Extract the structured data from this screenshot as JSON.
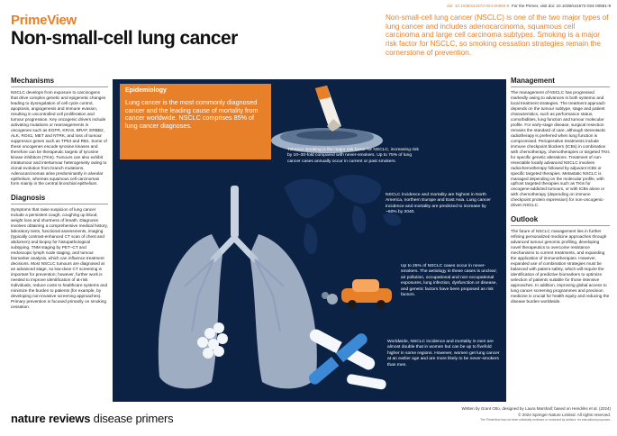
{
  "header": {
    "doi": "doi: 10.1038/s41572-024-00580-8",
    "primer_note": "For the Primer, visit doi: 10.1038/s41572-024-00581-9",
    "brand": "PrimeView",
    "title": "Non-small-cell lung cancer",
    "lead": "Non-small-cell lung cancer (NSCLC) is one of the two major types of lung cancer and includes adenocarcinoma, squamous cell carcinoma and large cell carcinoma subtypes. Smoking is a major risk factor for NSCLC, so smoking cessation strategies remain the cornerstone of prevention."
  },
  "mechanisms": {
    "heading": "Mechanisms",
    "body": "NSCLC develops from exposure to carcinogens that drive complex genetic and epigenetic changes leading to dysregulation of cell cycle control, apoptosis, angiogenesis and immune evasion, resulting in uncontrolled cell proliferation and tumour progression. Key oncogenic drivers include activating mutations or rearrangements in oncogenes such as EGFR, KRAS, BRAF, ERBB2, ALK, ROS1, MET and NTRK, and loss of tumour suppressor genes such as TP53 and RB1. Some of these oncogenes encode tyrosine kinases and therefore can be therapeutic targets of tyrosine kinase inhibitors (TKIs). Tumours can also exhibit intratumour and intertumour heterogeneity owing to clonal evolution from branch mutations. Adenocarcinomas arise predominantly in alveolar epithelium, whereas squamous cell carcinomas form mainly in the central bronchial epithelium."
  },
  "diagnosis": {
    "heading": "Diagnosis",
    "body": "Symptoms that raise suspicion of lung cancer include a persistent cough, coughing up blood, weight loss and shortness of breath. Diagnosis involves obtaining a comprehensive medical history, laboratory tests, functional assessments, imaging (typically contrast-enhanced CT scan of chest and abdomen) and biopsy for histopathological subtyping. TNM staging by PET–CT and endoscopic lymph node staging, and tumour biomarker analysis, which can influence treatment decisions. Most NSCLC tumours are diagnosed at an advanced stage, so low-dose CT screening is important for prevention; however, further work is needed to improve identification of at-risk individuals, reduce costs to healthcare systems and minimize the burden to patients (for example, by developing non-invasive screening approaches). Primary prevention is focused primarily on smoking cessation."
  },
  "epidemiology": {
    "heading": "Epidemiology",
    "lead": "Lung cancer is the most commonly diagnosed cancer and the leading cause of mortality from cancer worldwide. NSCLC comprises 85% of lung cancer diagnoses.",
    "note_smoking": "Tobacco smoking is the major risk factor for NSCLC, increasing risk by 10–30-fold compared with never-smokers. Up to 75% of lung cancer cases annually occur in current or past smokers.",
    "note_incidence": "NSCLC incidence and mortality are highest in North America, northern Europe and East Asia. Lung cancer incidence and mortality are predicted to increase by ~60% by 2040.",
    "note_never_smokers": "Up to 25% of NSCLC cases occur in never-smokers. The aetiology in these cases is unclear; air pollution, occupational and non-occupational exposures, lung infection, dysfunction or disease, and genetic factors have been proposed as risk factors.",
    "note_sex": "Worldwide, NSCLC incidence and mortality in men are almost double that in women but can be up to fivefold higher in some regions. However, women get lung cancer at an earlier age and are more likely to be never-smokers than men."
  },
  "management": {
    "heading": "Management",
    "body": "The management of NSCLC has progressed markedly owing to advances in both systemic and local treatment strategies. The treatment approach depends on the tumour subtype, stage and patient characteristics, such as performance status, comorbidities, lung function and tumour molecular profile. For early-stage disease, surgical resection remains the standard of care, although stereotactic radiotherapy is preferred when lung function is compromised. Perioperative treatments include immune checkpoint blockers (ICBs) in combination with chemotherapy, chemotherapies or targeted TKIs for specific genetic alterations. Treatment of non-resectable locally advanced NSCLC involves radiochemotherapy followed by adjuvant ICBs or specific targeted therapies. Metastatic NSCLC is managed depending on the molecular profile, with upfront targeted therapies such as TKIs for oncogene-addicted tumours, or with ICBs alone or with chemotherapy (depending on immune checkpoint protein expression) for non-oncogenic-driven NSCLC."
  },
  "outlook": {
    "heading": "Outlook",
    "body": "The future of NSCLC management lies in further refining personalized medicine approaches through advanced tumour genomic profiling, developing novel therapeutics to overcome resistance mechanisms to current treatments, and expanding the application of immunotherapies. However, expanded use of combination strategies must be balanced with patient safety, which will require the identification of predictive biomarkers to optimize selection of patients suitable for those intensive approaches. In addition, improving global access to lung cancer screening programmes and precision medicine is crucial for health equity and reducing the disease burden worldwide."
  },
  "footer": {
    "logo_bold": "nature reviews",
    "logo_rest": " disease primers",
    "credit": "Written by Grant Otto, designed by Laura Marshall; based on Hendriks et al. (2024)",
    "copyright": "© 2024 Springer Nature Limited. All rights reserved.",
    "fineprint": "The PrimeView has not been editorially reviewed or endorsed by authors; for educational purposes."
  },
  "colors": {
    "accent": "#e8802a",
    "panel": "#0b2244",
    "lung": "#b9c6d8",
    "tumor": "#f2f5f9"
  },
  "icons": [
    "cigarette-icon",
    "ashtray-icon",
    "world-map-icon",
    "lungs-icon",
    "car-exhaust-icon",
    "chromosome-icon"
  ]
}
